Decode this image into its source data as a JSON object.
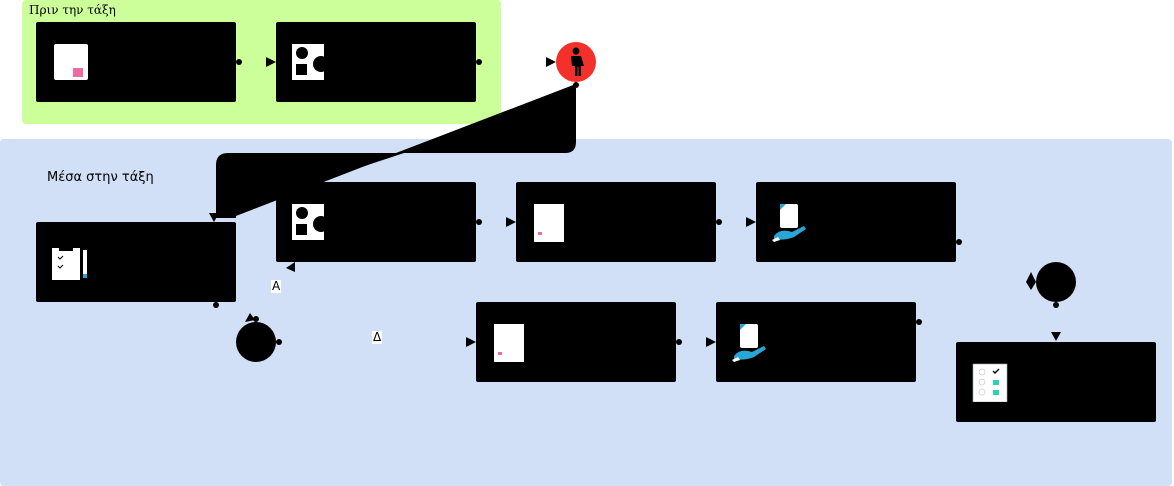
{
  "lanes": [
    {
      "id": "before",
      "title": "Πριν την τάξη"
    },
    {
      "id": "inside",
      "title": "Μέσα στην τάξη"
    }
  ],
  "gateway_labels": {
    "top_branch": "A",
    "bottom_branch": "Δ"
  },
  "tasks": [
    {
      "id": "t1",
      "icon": "blank-sheet-icon"
    },
    {
      "id": "t2",
      "icon": "shapes-icon"
    },
    {
      "id": "t3",
      "icon": "clipboard-pencil-icon"
    },
    {
      "id": "t4",
      "icon": "shapes-icon"
    },
    {
      "id": "t5",
      "icon": "document-icon"
    },
    {
      "id": "t6",
      "icon": "hand-document-icon"
    },
    {
      "id": "t7",
      "icon": "document-icon"
    },
    {
      "id": "t8",
      "icon": "hand-document-icon"
    },
    {
      "id": "t9",
      "icon": "checklist-icon"
    }
  ],
  "events": [
    {
      "id": "start",
      "icon": "person-icon",
      "color": "#f4302a"
    },
    {
      "id": "split-gateway"
    },
    {
      "id": "merge-gateway"
    }
  ],
  "colors": {
    "lane_before": "#ccff99",
    "lane_inside": "#d1dff7",
    "start_event": "#f4302a"
  }
}
